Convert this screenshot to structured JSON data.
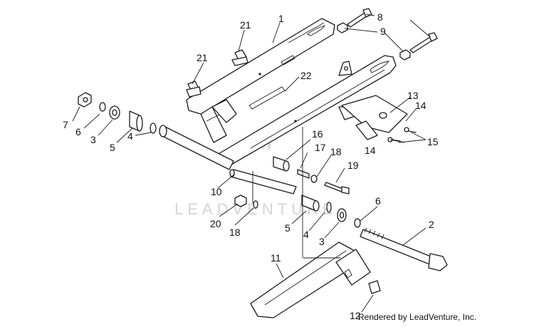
{
  "watermark": "LEADVENTURE",
  "credit": "Rendered by LeadVenture, Inc.",
  "callouts": {
    "c1": "1",
    "c2": "2",
    "c3a": "3",
    "c3b": "3",
    "c4a": "4",
    "c4b": "4",
    "c5a": "5",
    "c5b": "5",
    "c6a": "6",
    "c6b": "6",
    "c7": "7",
    "c8": "8",
    "c9": "9",
    "c10": "10",
    "c11": "11",
    "c12": "12",
    "c13": "13",
    "c14a": "14",
    "c14b": "14",
    "c15": "15",
    "c16": "16",
    "c17": "17",
    "c18a": "18",
    "c18b": "18",
    "c19": "19",
    "c20": "20",
    "c21a": "21",
    "c21b": "21",
    "c22": "22"
  }
}
